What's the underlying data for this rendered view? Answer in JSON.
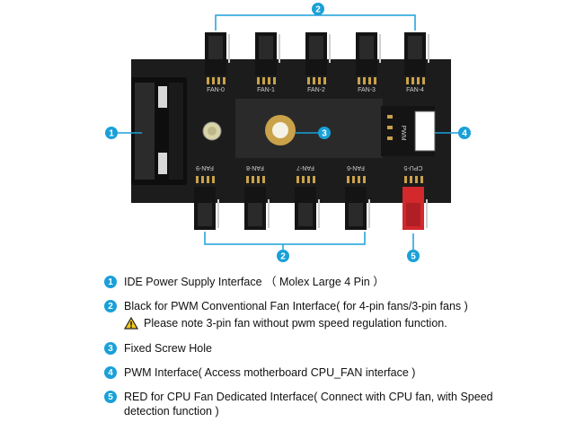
{
  "colors": {
    "badge": "#1aa0d8",
    "board": "#1c1c1c",
    "header_black": "#141414",
    "header_red": "#d3282c",
    "pin": "#c9a24a",
    "callout_line": "#1aa0d8",
    "warning": "#f2c81e"
  },
  "board": {
    "top_headers": [
      "FAN-0",
      "FAN-1",
      "FAN-2",
      "FAN-3",
      "FAN-4"
    ],
    "bottom_headers": [
      "FAN-9",
      "FAN-8",
      "FAN-7",
      "FAN-6",
      "CPU-5"
    ],
    "pwm_label": "PWM"
  },
  "callouts": {
    "c1": "1",
    "c2_top": "2",
    "c2_bottom": "2",
    "c3": "3",
    "c4": "4",
    "c5": "5"
  },
  "legend": [
    {
      "num": "1",
      "text": "IDE Power Supply Interface （ Molex Large 4 Pin ）"
    },
    {
      "num": "2",
      "text": "Black for PWM Conventional Fan Interface( for 4-pin fans/3-pin fans )"
    },
    {
      "num": "3",
      "text": "Fixed Screw Hole"
    },
    {
      "num": "4",
      "text": "PWM Interface( Access motherboard CPU_FAN interface )"
    },
    {
      "num": "5",
      "text": "RED for CPU Fan Dedicated Interface( Connect with CPU fan, with Speed detection function )"
    }
  ],
  "note": {
    "icon": "warning-icon",
    "text": "Please note 3-pin fan without pwm speed regulation function."
  }
}
